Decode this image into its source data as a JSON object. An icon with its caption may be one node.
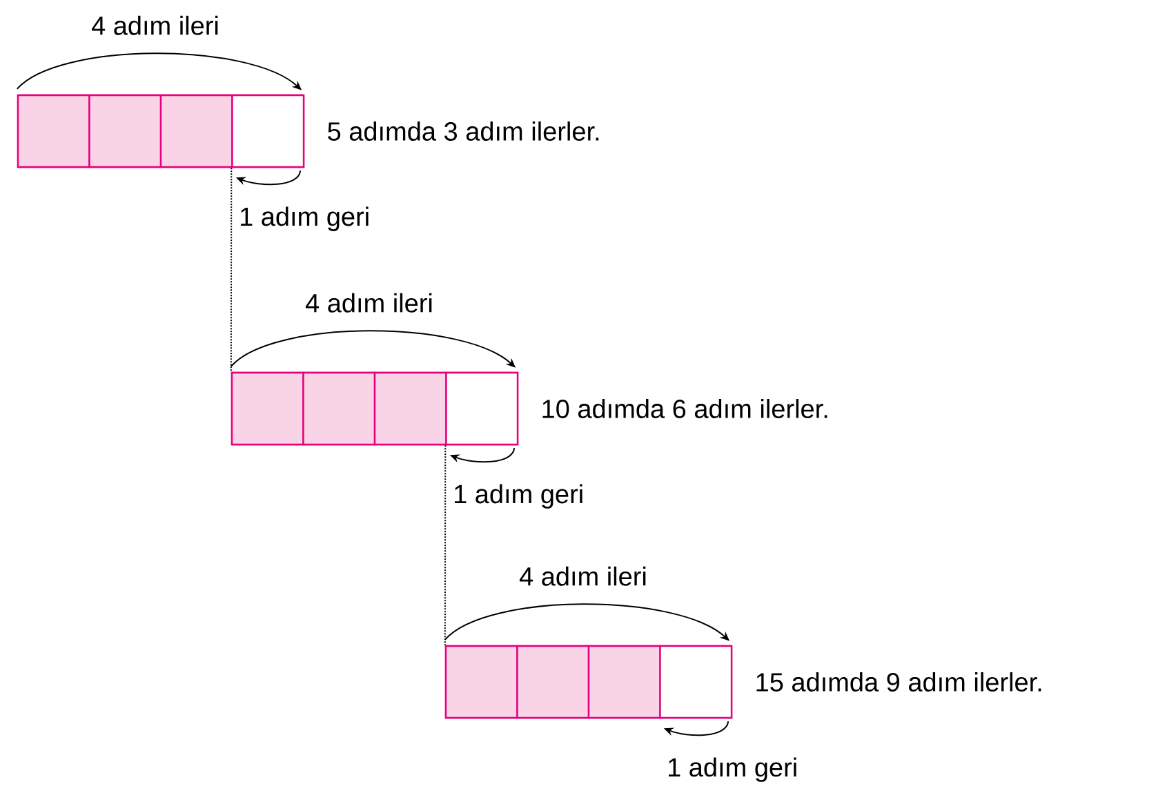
{
  "diagram": {
    "nodes": [
      {
        "text": [],
        "shape": "box",
        "beside": [
          "5 adımda 3 adım ilerler."
        ]
      },
      {
        "text": [],
        "shape": "box",
        "in": 0
      },
      {
        "text": [],
        "shape": "box",
        "in": 0
      },
      {
        "text": [],
        "shape": "box",
        "in": 0
      },
      {
        "text": [],
        "shape": "box",
        "in": 0
      },
      {
        "text": [],
        "shape": "box",
        "beside": [
          "10 adımda 6 adım ilerler."
        ]
      },
      {
        "text": [],
        "shape": "box",
        "in": 5
      },
      {
        "text": [],
        "shape": "box",
        "in": 5
      },
      {
        "text": [],
        "shape": "box",
        "in": 5
      },
      {
        "text": [],
        "shape": "box",
        "in": 5
      },
      {
        "text": [],
        "shape": "box",
        "beside": [
          "15 adımda 9 adım ilerler."
        ]
      },
      {
        "text": [],
        "shape": "box",
        "in": 10
      },
      {
        "text": [],
        "shape": "box",
        "in": 10
      },
      {
        "text": [],
        "shape": "box",
        "in": 10
      },
      {
        "text": [],
        "shape": "box",
        "in": 10
      }
    ],
    "edges": [
      {
        "from": 1,
        "to": 4,
        "arrow": "to",
        "label": "4 adım ileri"
      },
      {
        "from": 4,
        "to": 3,
        "arrow": "to",
        "label": "1 adım geri"
      },
      {
        "from": 4,
        "to": 6,
        "arrow": "none",
        "style": "dashed"
      },
      {
        "from": 6,
        "to": 9,
        "arrow": "to",
        "label": "4 adım ileri"
      },
      {
        "from": 9,
        "to": 8,
        "arrow": "to",
        "label": "1 adım geri"
      },
      {
        "from": 9,
        "to": 11,
        "arrow": "none",
        "style": "dashed"
      },
      {
        "from": 11,
        "to": 14,
        "arrow": "to",
        "label": "4 adım ileri"
      },
      {
        "from": 14,
        "to": 13,
        "arrow": "to",
        "label": "1 adım geri"
      }
    ]
  }
}
